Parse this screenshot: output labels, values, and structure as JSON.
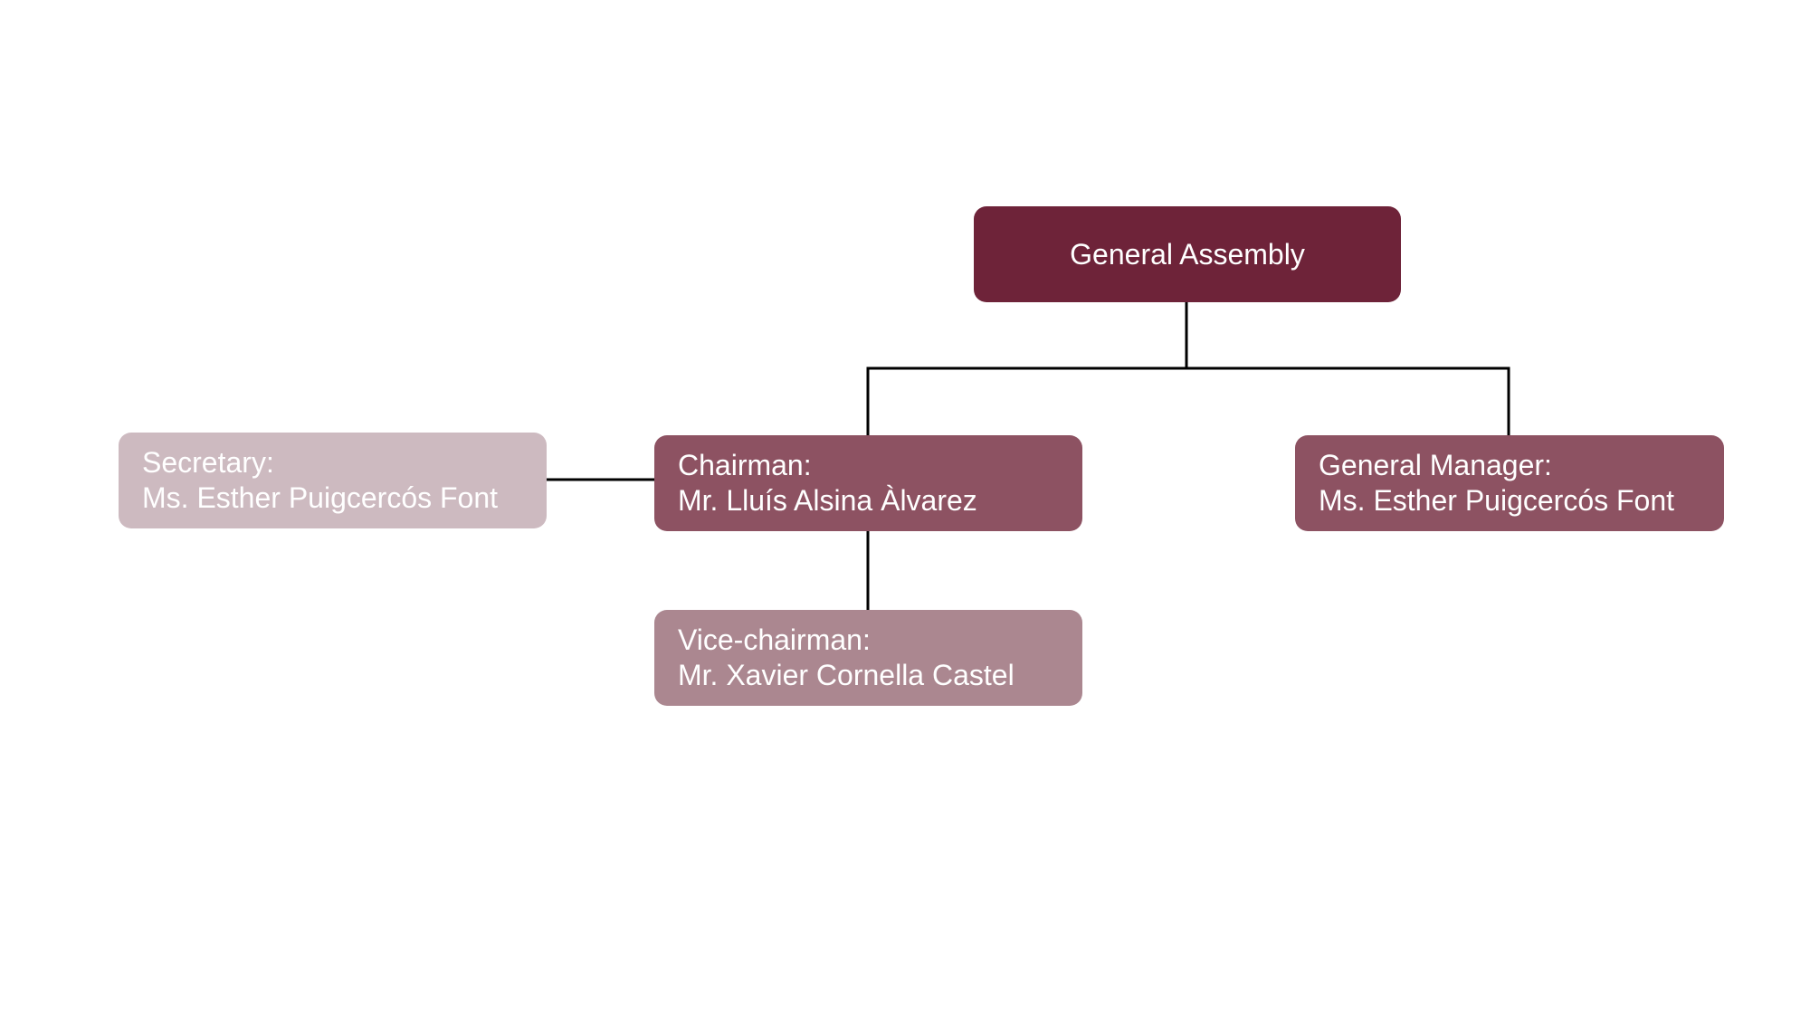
{
  "diagram": {
    "colors": {
      "assembly": "#6e2339",
      "chairman": "#8d5262",
      "manager": "#8d5262",
      "vice": "#ab8790",
      "secretary": "#cdbac0",
      "connector": "#000000"
    },
    "nodes": {
      "assembly": {
        "label": "General Assembly"
      },
      "chairman": {
        "role": "Chairman:",
        "name": "Mr. Lluís Alsina Àlvarez"
      },
      "manager": {
        "role": "General Manager:",
        "name": "Ms. Esther Puigcercós Font"
      },
      "secretary": {
        "role": "Secretary:",
        "name": "Ms. Esther Puigcercós Font"
      },
      "vice": {
        "role": "Vice-chairman:",
        "name": "Mr. Xavier Cornella Castel"
      }
    }
  }
}
